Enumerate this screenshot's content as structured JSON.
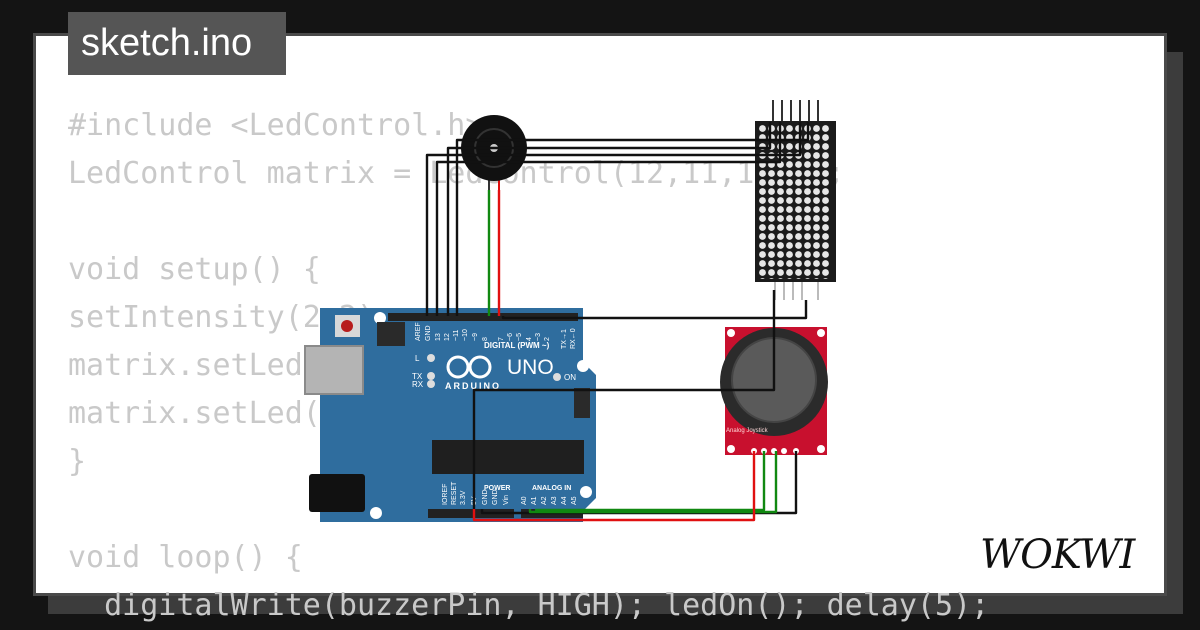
{
  "filename_tab": {
    "label": "sketch.ino"
  },
  "code_lines": [
    "#include <LedControl.h>",
    "LedControl matrix = LedControl(12,11,10,2);",
    "",
    "void setup() {",
    "setIntensity(2,2);",
    "matrix.setLed(",
    "matrix.setLed(",
    "}",
    "",
    "void loop() {",
    "  digitalWrite(buzzerPin, HIGH); ledOn(); delay(5);"
  ],
  "board": {
    "brand": "ARDUINO",
    "model": "UNO",
    "digital_header_label": "DIGITAL (PWM ~)",
    "power_label": "POWER",
    "analog_label": "ANALOG IN",
    "on_label": "ON",
    "led_l": "L",
    "led_tx": "TX",
    "led_rx": "RX",
    "digital_pins": [
      "AREF",
      "GND",
      "13",
      "12",
      "~11",
      "~10",
      "~9",
      "8",
      "7",
      "~6",
      "~5",
      "4",
      "~3",
      "2",
      "TX→1",
      "RX←0"
    ],
    "power_pins": [
      "IOREF",
      "RESET",
      "3.3V",
      "5V",
      "GND",
      "GND",
      "Vin"
    ],
    "analog_pins": [
      "A0",
      "A1",
      "A2",
      "A3",
      "A4",
      "A5"
    ]
  },
  "joystick": {
    "label": "Analog Joystick"
  },
  "logo": {
    "text": "WOKWI"
  },
  "colors": {
    "background": "#141414",
    "card": "#ffffff",
    "tab": "#555555",
    "board": "#2f6d9e",
    "joystick_pcb": "#c8102e",
    "matrix": "#1b1b1b",
    "wire_black": "#111111",
    "wire_green": "#118811",
    "wire_red": "#e01010"
  }
}
